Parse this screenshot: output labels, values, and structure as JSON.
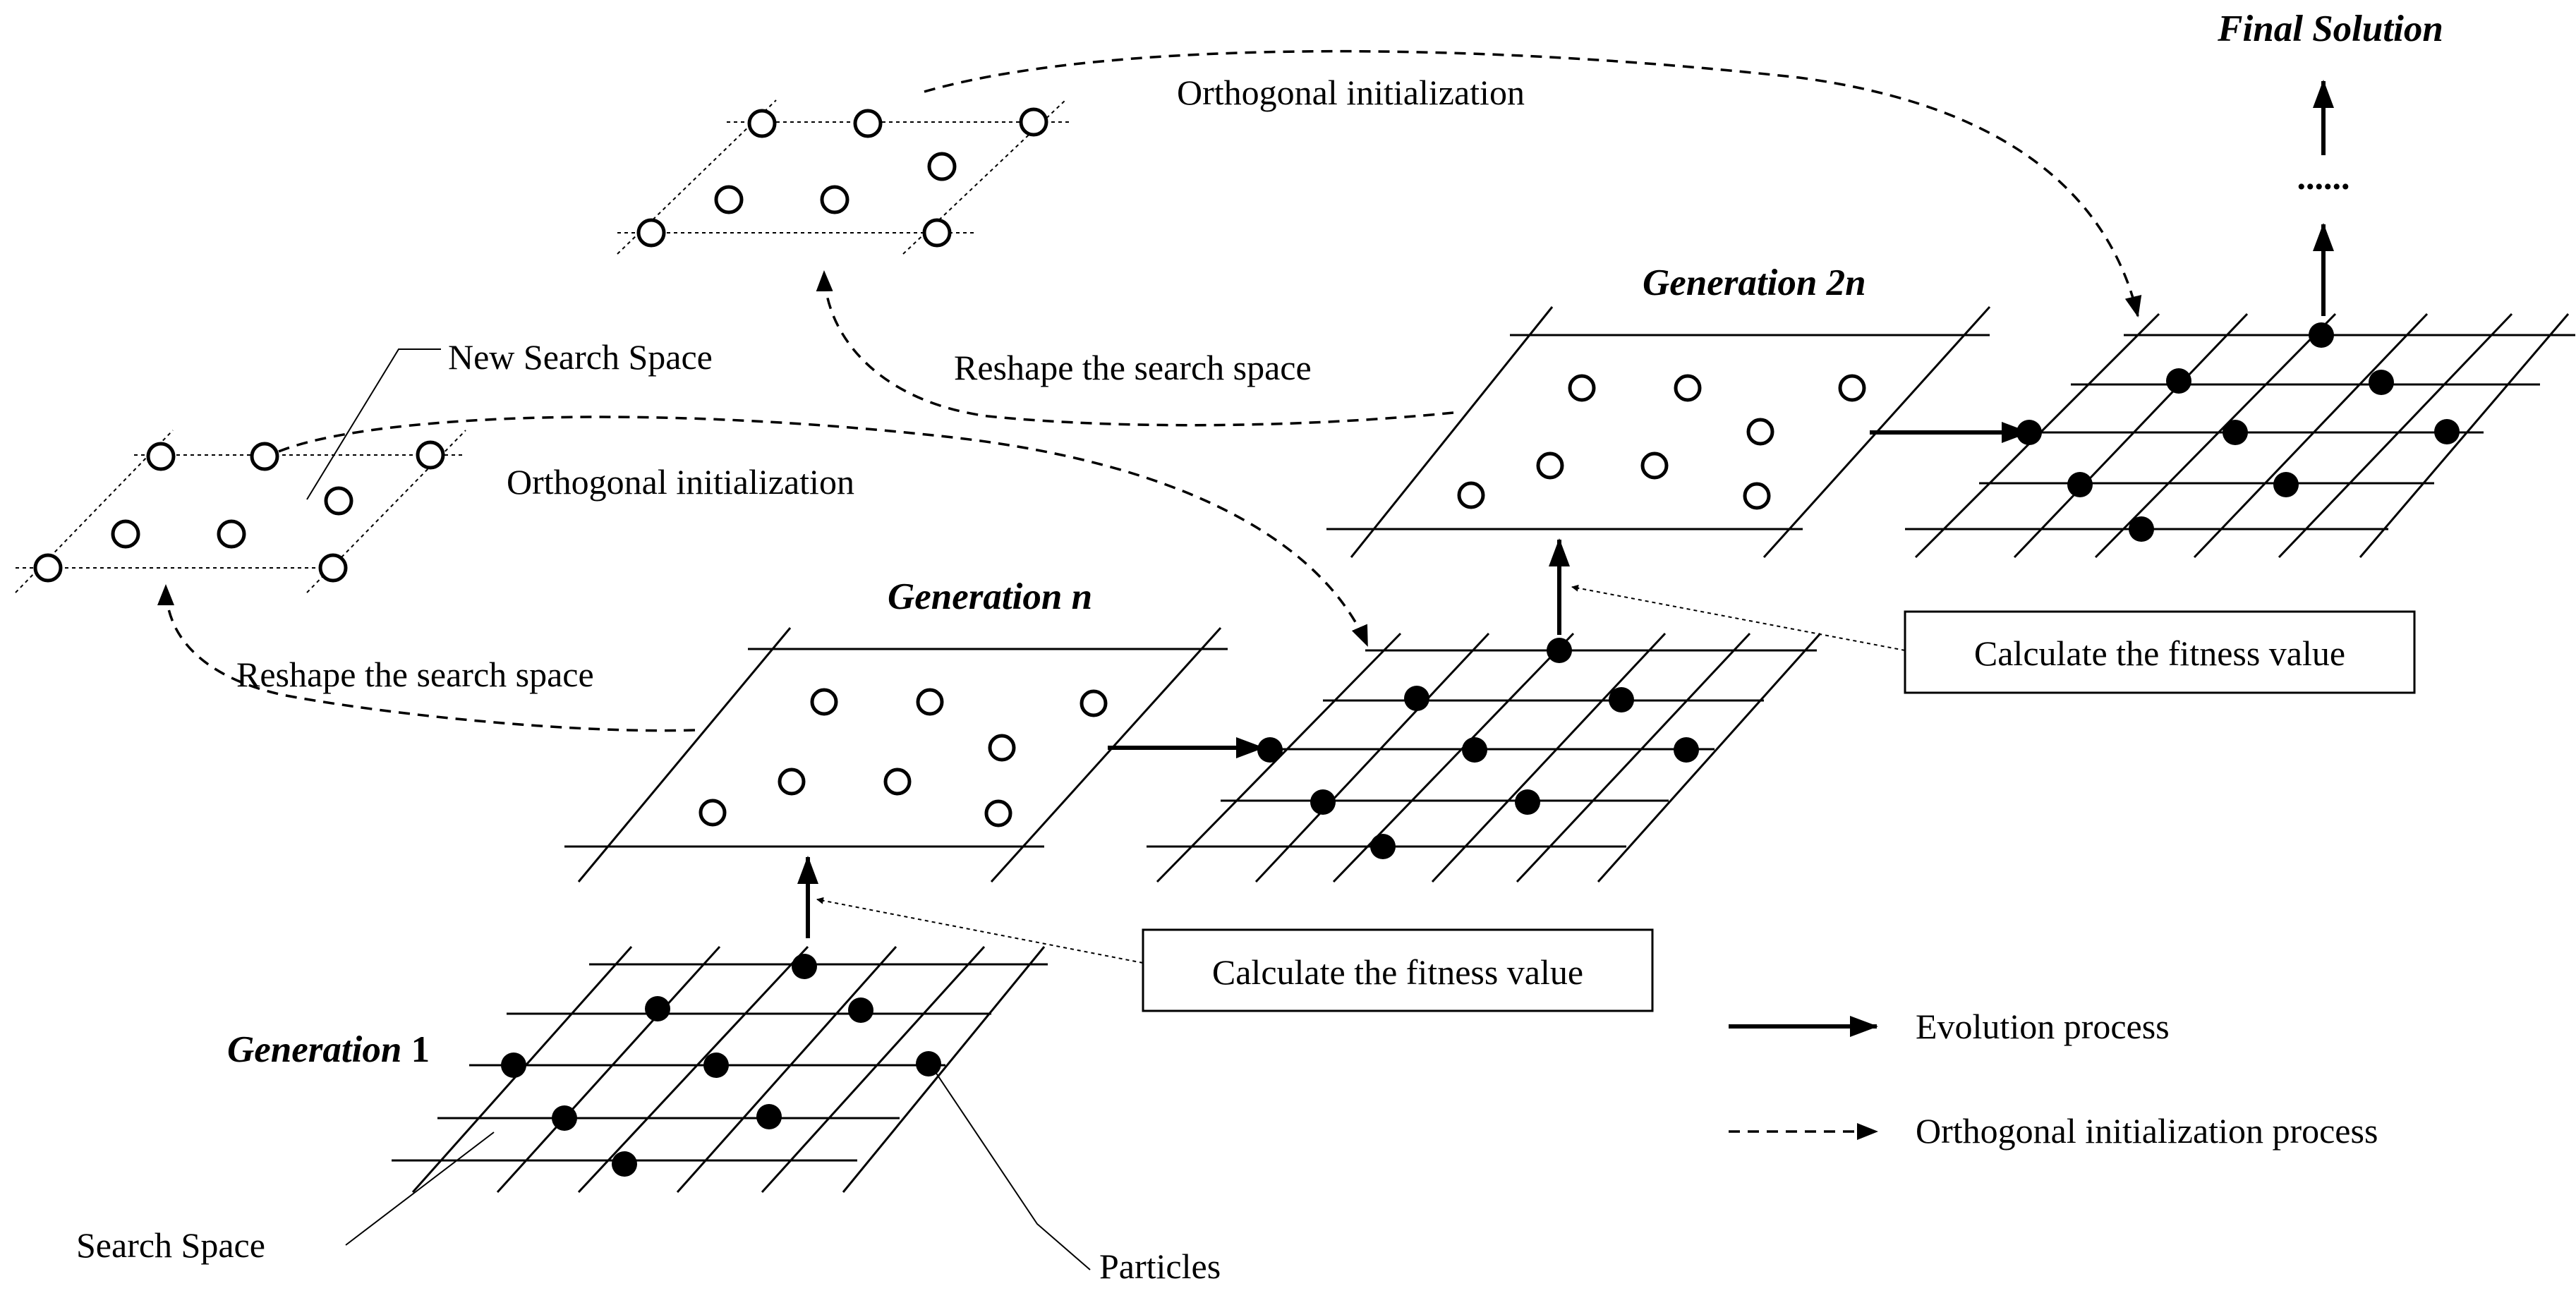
{
  "labels": {
    "final_solution": "Final Solution",
    "ellipsis": "......",
    "generation_2n_prefix": "Generation 2",
    "generation_2n_suffix": "n",
    "generation_n_prefix": "Generation ",
    "generation_n_suffix": "n",
    "generation_1_prefix": "Generation ",
    "generation_1_suffix": "1",
    "orthogonal_init_top": "Orthogonal initialization",
    "orthogonal_init_mid": "Orthogonal initialization",
    "reshape_top": "Reshape the search space",
    "reshape_mid": "Reshape the search space",
    "new_search_space": "New Search Space",
    "calc_fitness_upper": "Calculate the fitness value",
    "calc_fitness_lower": "Calculate the fitness value",
    "search_space": "Search Space",
    "particles": "Particles"
  },
  "legend": {
    "evolution": "Evolution process",
    "orthogonal": "Orthogonal initialization process"
  },
  "colors": {
    "ink": "#000000",
    "background": "#ffffff"
  }
}
